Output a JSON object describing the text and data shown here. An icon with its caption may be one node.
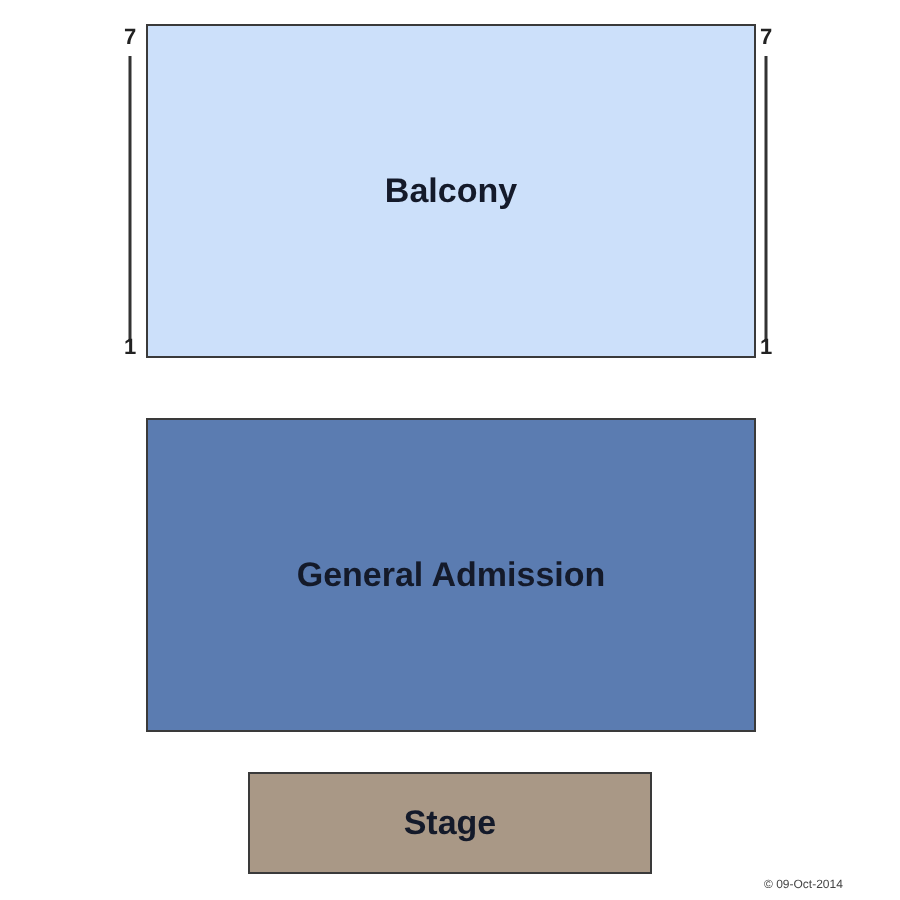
{
  "diagram": {
    "nodes": [
      {
        "text": [
          "Balcony"
        ],
        "beside": [
          "7",
          "7",
          "1",
          "1"
        ]
      },
      {
        "text": [
          "General Admission"
        ]
      },
      {
        "text": [
          "Stage"
        ]
      }
    ],
    "labels": [
      "© 09-Oct-2014"
    ]
  }
}
